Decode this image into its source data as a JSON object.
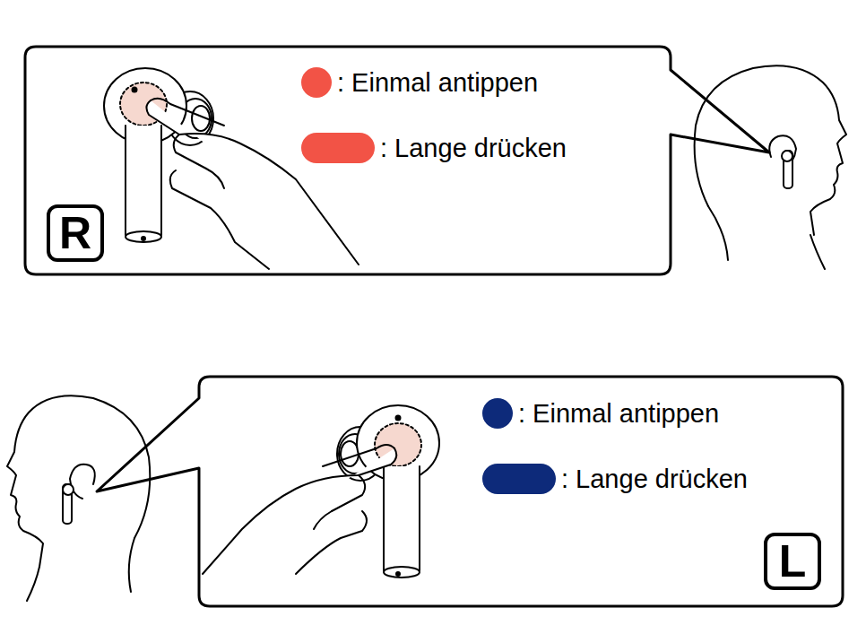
{
  "diagram": {
    "nodes": [
      {
        "text": [
          "R"
        ]
      },
      {
        "text": [
          "L"
        ]
      }
    ],
    "legend": [
      {
        "text": ": Einmal antippen",
        "color": "#f25346"
      },
      {
        "text": ": Lange drücken",
        "color": "#f25346"
      },
      {
        "text": ": Einmal antippen",
        "color": "#0d2a7a"
      },
      {
        "text": ": Lange drücken",
        "color": "#0d2a7a"
      }
    ]
  }
}
